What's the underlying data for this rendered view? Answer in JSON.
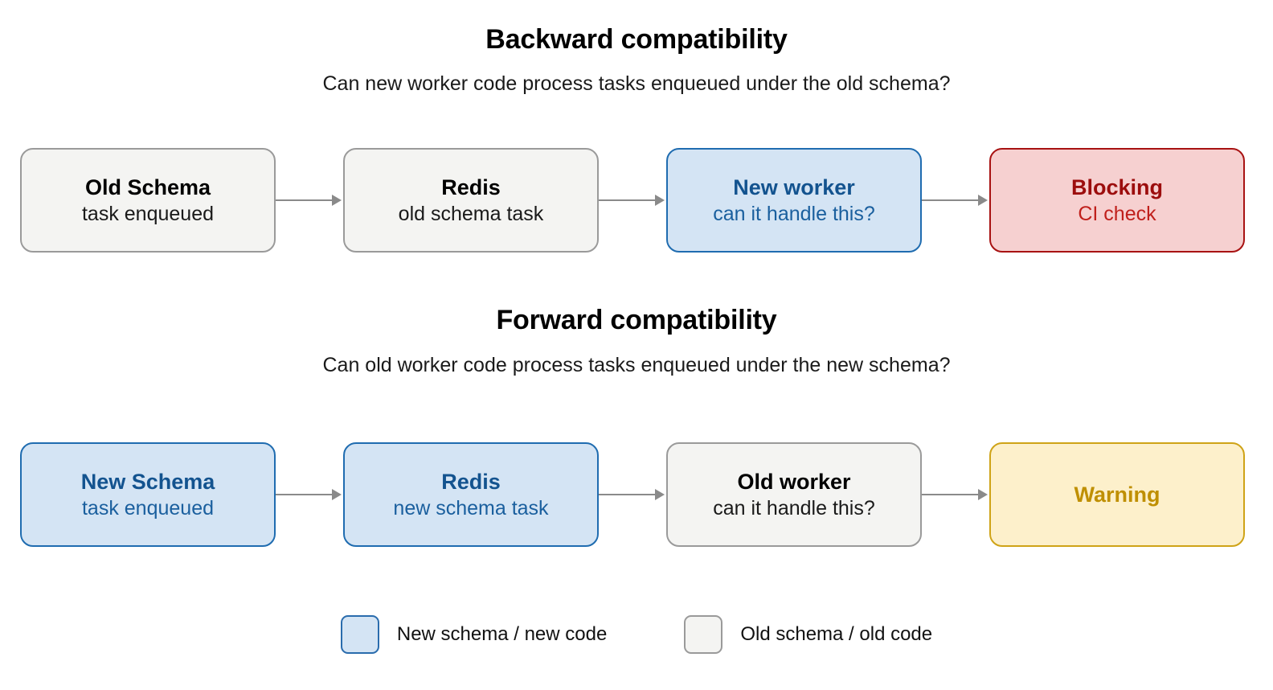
{
  "page": {
    "background": "#ffffff"
  },
  "colors": {
    "grey_fill": "#f4f4f2",
    "grey_border": "#9a9a9a",
    "blue_fill": "#d4e4f4",
    "blue_border": "#1f6cb0",
    "blue_text": "#13538f",
    "red_fill": "#f6d0d0",
    "red_border": "#a81212",
    "red_text": "#9c0d0d",
    "yellow_fill": "#fdf0cb",
    "yellow_border": "#cfa317",
    "yellow_text": "#bf8f00",
    "arrow": "#8a8a8a"
  },
  "sections": [
    {
      "id": "backward",
      "title": "Backward compatibility",
      "subtitle": "Can new worker code process tasks enqueued under the old schema?",
      "nodes": [
        {
          "variant": "grey",
          "line1": "Old Schema",
          "line2": "task enqueued"
        },
        {
          "variant": "grey",
          "line1": "Redis",
          "line2": "old schema task"
        },
        {
          "variant": "blue",
          "line1": "New worker",
          "line2": "can it handle this?"
        },
        {
          "variant": "red",
          "line1": "Blocking",
          "line2": "CI check"
        }
      ]
    },
    {
      "id": "forward",
      "title": "Forward compatibility",
      "subtitle": "Can old worker code process tasks enqueued under the new schema?",
      "nodes": [
        {
          "variant": "blue",
          "line1": "New Schema",
          "line2": "task enqueued"
        },
        {
          "variant": "blue",
          "line1": "Redis",
          "line2": "new schema task"
        },
        {
          "variant": "grey",
          "line1": "Old worker",
          "line2": "can it handle this?"
        },
        {
          "variant": "yellow",
          "line1": "Warning",
          "line2": ""
        }
      ]
    }
  ],
  "legend": {
    "items": [
      {
        "swatch": "blue",
        "label": "New schema / new code"
      },
      {
        "swatch": "grey",
        "label": "Old schema / old code"
      }
    ]
  }
}
